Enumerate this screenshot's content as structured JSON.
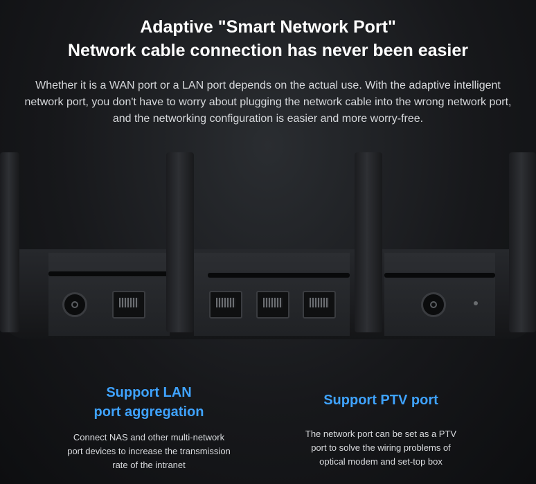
{
  "header": {
    "title_line1": "Adaptive \"Smart Network Port\"",
    "title_line2": "Network cable connection has never been easier",
    "description": "Whether it is a WAN port or a LAN port depends on the actual use. With the adaptive intelligent network port, you don't have to worry about plugging the network cable into the wrong network port, and the networking configuration is easier and more worry-free."
  },
  "features": [
    {
      "title_line1": "Support LAN",
      "title_line2": "port aggregation",
      "desc_line1": "Connect NAS and other multi-network",
      "desc_line2": "port devices to increase the transmission",
      "desc_line3": "rate of the intranet"
    },
    {
      "title_line1": "Support PTV port",
      "desc_line1": "The network port can be set as a PTV",
      "desc_line2": "port to solve the wiring problems of",
      "desc_line3": "optical modem and set-top box"
    }
  ],
  "colors": {
    "accent": "#3fa3ff",
    "text": "#ffffff",
    "body_text": "#d6d8db",
    "background": "#111214"
  }
}
